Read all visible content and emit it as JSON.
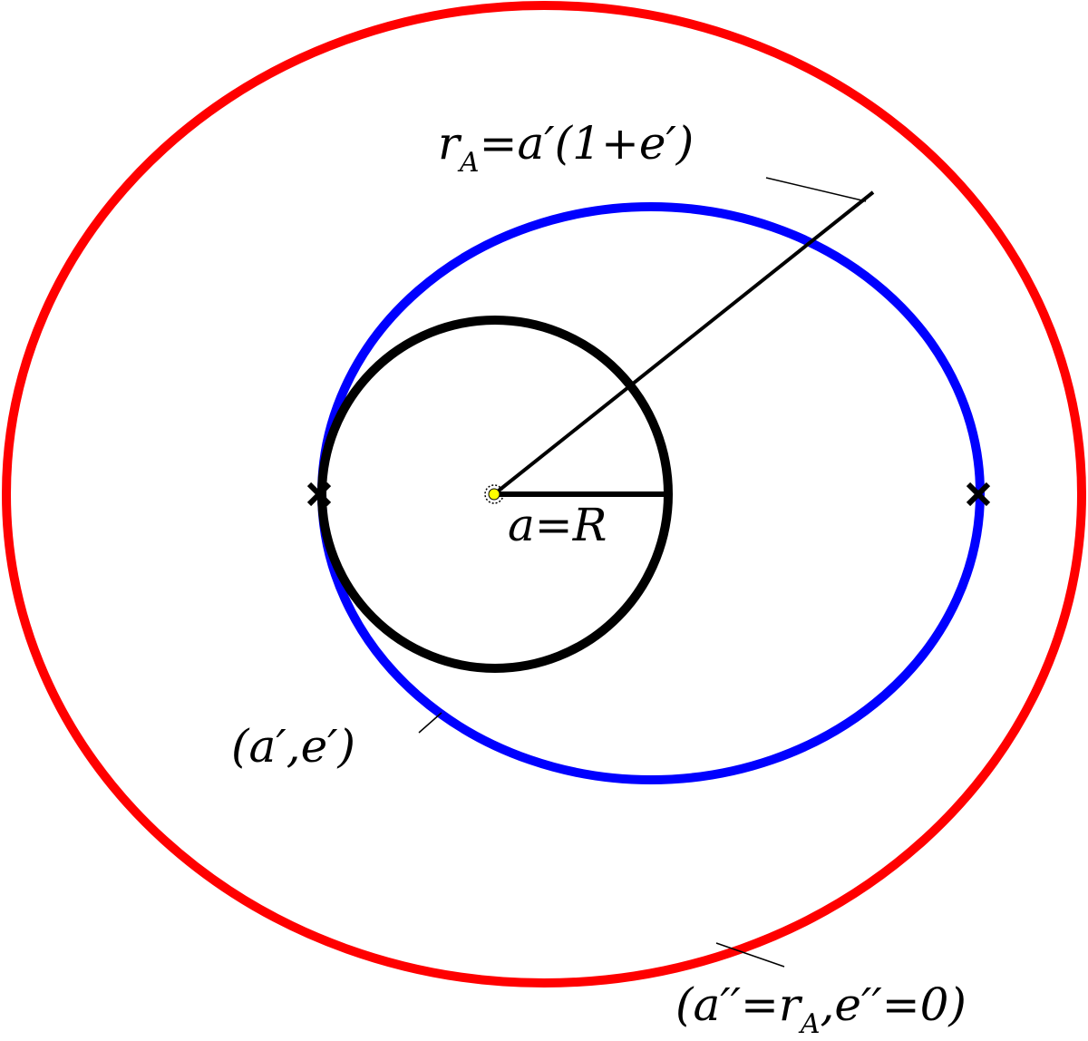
{
  "colors": {
    "outer_orbit": "#ff0000",
    "transfer_orbit": "#0000ff",
    "inner_orbit": "#000000",
    "sun": "#ffff00"
  },
  "labels": {
    "apoapsis": {
      "r": "r",
      "r_sub": "A",
      "rest": "=a′(1+e′)"
    },
    "inner_radius": "a=R",
    "transfer": "(a′,e′)",
    "outer": {
      "pre": "(a′′=r",
      "sub": "A",
      "post": ",e′′=0)"
    }
  },
  "icons": {
    "sun": "sun-icon",
    "marker": "x-mark-icon"
  }
}
